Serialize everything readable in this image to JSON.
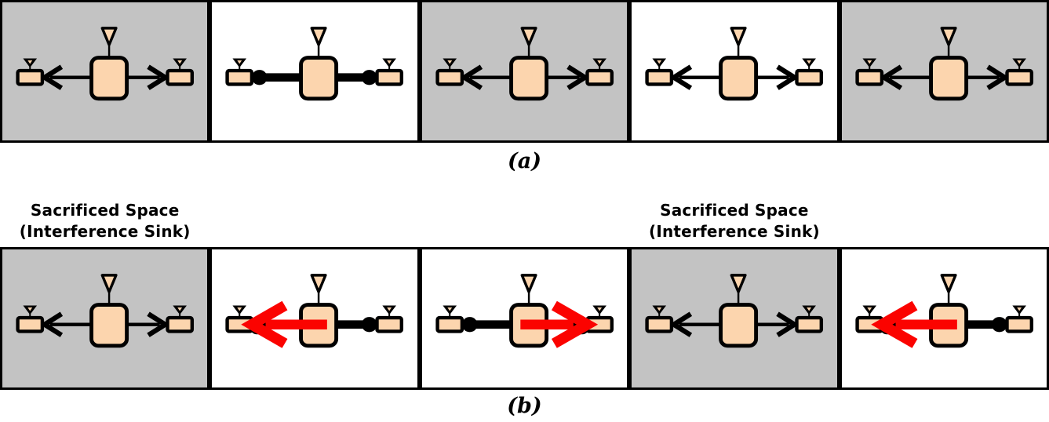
{
  "figure": {
    "caption_a": "(a)",
    "caption_b": "(b)",
    "sink_label_line1": "Sacrificed Space",
    "sink_label_line2": "(Interference Sink)"
  },
  "colors": {
    "panel_gray": "#c3c3c3",
    "panel_white": "#ffffff",
    "node_fill": "#fcd5ae",
    "outline": "#000000",
    "red": "#fb0300"
  },
  "icons": {
    "center_antenna": "antenna-icon",
    "side_antenna": "antenna-icon",
    "blocked_link_head": "dot-icon",
    "arrow_head": "chevron-arrowhead-icon"
  },
  "rows": {
    "a": {
      "panels": [
        {
          "bg": "gray",
          "left": "thin-arrow",
          "right": "thin-arrow"
        },
        {
          "bg": "white",
          "left": "thick-dot",
          "right": "thick-dot"
        },
        {
          "bg": "gray",
          "left": "thin-arrow",
          "right": "thin-arrow"
        },
        {
          "bg": "white",
          "left": "thin-arrow",
          "right": "thin-arrow"
        },
        {
          "bg": "gray",
          "left": "thin-arrow",
          "right": "thin-arrow"
        }
      ]
    },
    "b": {
      "sink_label_panels": [
        0,
        3
      ],
      "panels": [
        {
          "bg": "gray",
          "left": "thin-arrow",
          "right": "thin-arrow"
        },
        {
          "bg": "white",
          "left": "red-arrow",
          "right": "thick-dot"
        },
        {
          "bg": "white",
          "left": "thick-dot",
          "right": "red-arrow"
        },
        {
          "bg": "gray",
          "left": "thin-arrow",
          "right": "thin-arrow"
        },
        {
          "bg": "white",
          "left": "red-arrow",
          "right": "thick-dot"
        }
      ]
    }
  }
}
